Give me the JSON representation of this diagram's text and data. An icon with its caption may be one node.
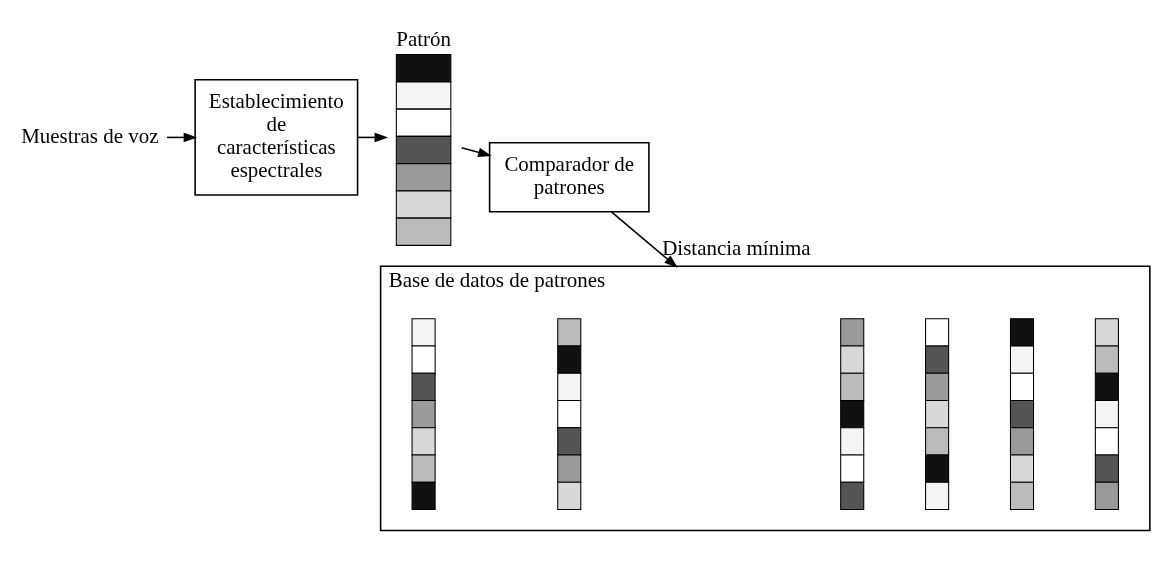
{
  "diagram": {
    "nodes": [
      {
        "text": [
          "Muestras de voz"
        ]
      },
      {
        "text": [
          "Establecimiento de características espectrales"
        ]
      },
      {
        "text": [
          "Patrón"
        ]
      },
      {
        "text": [
          "Comparador de patrones"
        ]
      },
      {
        "text": [
          "Base de datos de patrones"
        ]
      },
      {
        "text": [],
        "shape": "bar",
        "in": 4
      },
      {
        "text": [],
        "shape": "bar",
        "in": 4
      },
      {
        "text": [],
        "shape": "bar",
        "in": 4
      },
      {
        "text": [],
        "shape": "bar",
        "in": 4
      },
      {
        "text": [],
        "shape": "bar",
        "in": 4
      },
      {
        "text": [],
        "shape": "bar",
        "in": 4
      }
    ],
    "edges": [
      {
        "from": 0,
        "to": 1,
        "arrow": "to"
      },
      {
        "from": 1,
        "to": 2,
        "arrow": "to"
      },
      {
        "from": 2,
        "to": 3,
        "arrow": "to"
      },
      {
        "from": 3,
        "to": 4,
        "arrow": "to",
        "label": "Distancia mínima"
      }
    ]
  }
}
